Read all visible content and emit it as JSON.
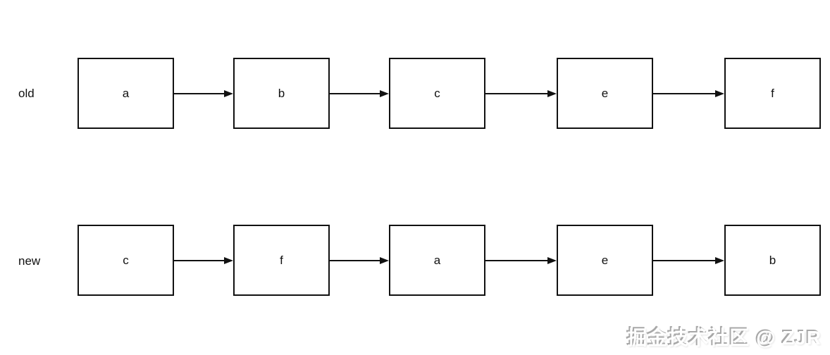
{
  "rows": [
    {
      "label": "old",
      "nodes": [
        "a",
        "b",
        "c",
        "e",
        "f"
      ]
    },
    {
      "label": "new",
      "nodes": [
        "c",
        "f",
        "a",
        "e",
        "b"
      ]
    }
  ],
  "watermark": "掘金技术社区 @ ZJR",
  "colors": {
    "background": "#ffffff",
    "box_border": "#111111",
    "box_fill": "#ffffff",
    "arrow": "#111111",
    "text": "#111111",
    "watermark_fill": "#ffffff",
    "watermark_shadow": "#a8a8a8"
  }
}
